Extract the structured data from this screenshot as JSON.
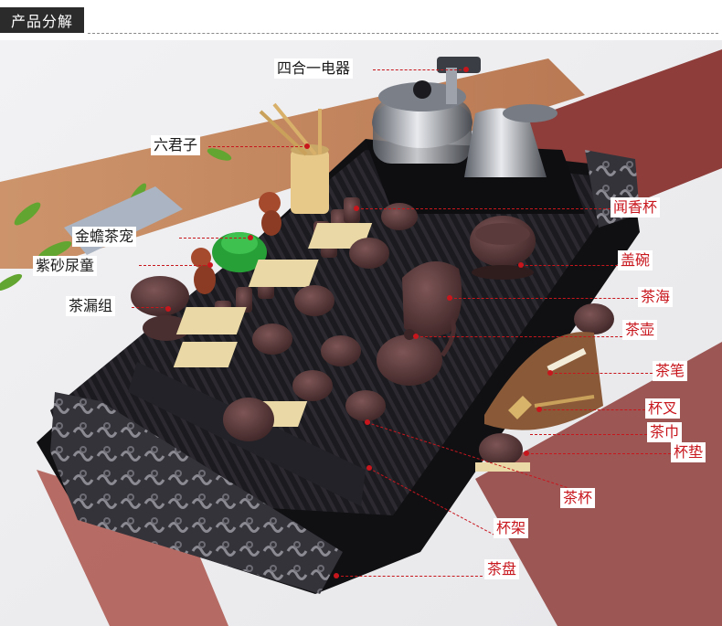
{
  "header": {
    "title": "产品分解"
  },
  "labels": {
    "electric": "四合一电器",
    "six_gentlemen": "六君子",
    "aroma_cup": "闻香杯",
    "toad": "金蟾茶宠",
    "gaiwan": "盖碗",
    "purple_boy": "紫砂尿童",
    "tea_sea": "茶海",
    "strainer": "茶漏组",
    "teapot": "茶壶",
    "tea_brush": "茶笔",
    "cup_fork": "杯叉",
    "towel": "茶巾",
    "cup_mat": "杯垫",
    "tea_cup": "茶杯",
    "cup_rack": "杯架",
    "tea_tray": "茶盘"
  },
  "colors": {
    "accent": "#c8161d",
    "header_bg": "#2b2b2b",
    "tray": "#1c1b1f",
    "clay": "#5a3b3c",
    "bamboo": "#e8cf95"
  }
}
